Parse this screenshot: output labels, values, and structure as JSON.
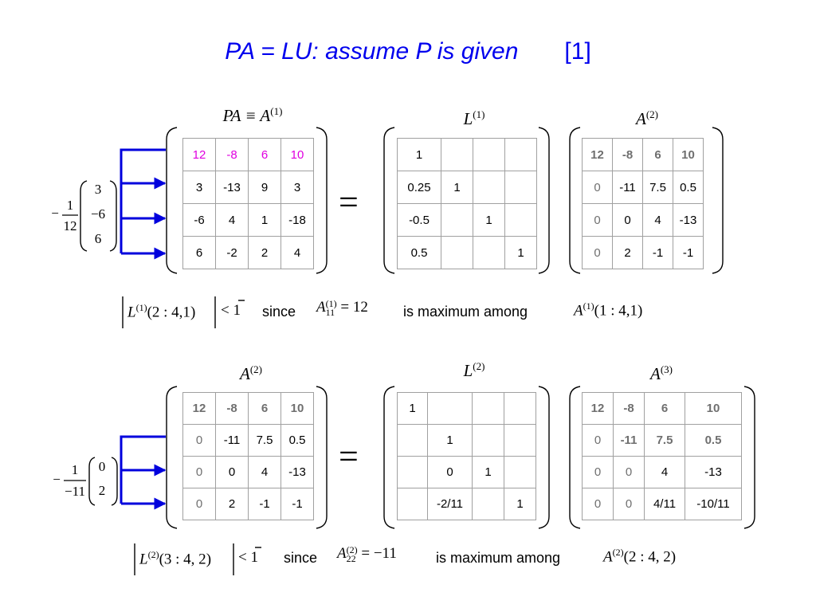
{
  "title": {
    "main": "PA = LU: assume P is given",
    "tag": "[1]"
  },
  "section1": {
    "left_label": "PA ≡ A",
    "left_label_sup": "(1)",
    "left_matrix": [
      [
        "12",
        "-8",
        "6",
        "10"
      ],
      [
        "3",
        "-13",
        "9",
        "3"
      ],
      [
        "-6",
        "4",
        "1",
        "-18"
      ],
      [
        "6",
        "-2",
        "2",
        "4"
      ]
    ],
    "equals": "=",
    "L_label": "L",
    "L_label_sup": "(1)",
    "L_matrix": [
      [
        "1",
        "",
        "",
        ""
      ],
      [
        "0.25",
        "1",
        "",
        ""
      ],
      [
        "-0.5",
        "",
        "1",
        ""
      ],
      [
        "0.5",
        "",
        "",
        "1"
      ]
    ],
    "right_label": "A",
    "right_label_sup": "(2)",
    "right_matrix": [
      [
        "12",
        "-8",
        "6",
        "10"
      ],
      [
        "0",
        "-11",
        "7.5",
        "0.5"
      ],
      [
        "0",
        "0",
        "4",
        "-13"
      ],
      [
        "0",
        "2",
        "-1",
        "-1"
      ]
    ],
    "multiplier": {
      "minus": "−",
      "num": "1",
      "den": "12",
      "vector": [
        "3",
        "−6",
        "6"
      ]
    },
    "condition": {
      "lhs_L": "L",
      "lhs_sup": "(1)",
      "lhs_args": "2 : 4,1",
      "lhs_rhs": "< 1",
      "since": "since",
      "pivot_A": "A",
      "pivot_sup": "(1)",
      "pivot_sub": "11",
      "pivot_rhs": "= 12",
      "is_max": "is maximum among",
      "among_A": "A",
      "among_sup": "(1)",
      "among_args": "1 : 4,1"
    }
  },
  "section2": {
    "left_label": "A",
    "left_label_sup": "(2)",
    "left_matrix": [
      [
        "12",
        "-8",
        "6",
        "10"
      ],
      [
        "0",
        "-11",
        "7.5",
        "0.5"
      ],
      [
        "0",
        "0",
        "4",
        "-13"
      ],
      [
        "0",
        "2",
        "-1",
        "-1"
      ]
    ],
    "equals": "=",
    "L_label": "L",
    "L_label_sup": "(2)",
    "L_matrix": [
      [
        "1",
        "",
        "",
        ""
      ],
      [
        "",
        "1",
        "",
        ""
      ],
      [
        "",
        "0",
        "1",
        ""
      ],
      [
        "",
        "-2/11",
        "",
        "1"
      ]
    ],
    "right_label": "A",
    "right_label_sup": "(3)",
    "right_matrix": [
      [
        "12",
        "-8",
        "6",
        "10"
      ],
      [
        "0",
        "-11",
        "7.5",
        "0.5"
      ],
      [
        "0",
        "0",
        "4",
        "-13"
      ],
      [
        "0",
        "0",
        "4/11",
        "-10/11"
      ]
    ],
    "multiplier": {
      "minus": "−",
      "num": "1",
      "den": "−11",
      "vector": [
        "0",
        "2"
      ]
    },
    "condition": {
      "lhs_L": "L",
      "lhs_sup": "(2)",
      "lhs_args": "3 : 4, 2",
      "lhs_rhs": "< 1",
      "since": "since",
      "pivot_A": "A",
      "pivot_sup": "(2)",
      "pivot_sub": "22",
      "pivot_rhs": "= −11",
      "is_max": "is maximum among",
      "among_A": "A",
      "among_sup": "(2)",
      "among_args": "2 : 4, 2"
    }
  },
  "colors": {
    "title": "#0000ee",
    "arrow": "#0000dd",
    "pivot_row": "#e000e0",
    "faded": "#6f6f6f"
  }
}
